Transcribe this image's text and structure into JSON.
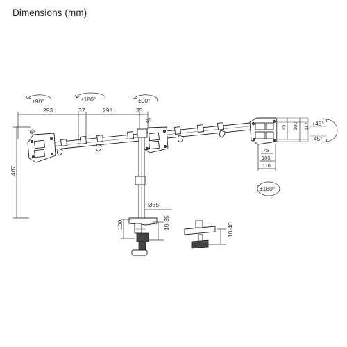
{
  "title": "Dimensions (mm)",
  "labels": {
    "rot_left": "±90°",
    "rot_mid_top": "±180°",
    "rot_center": "±90°",
    "rot_bottom": "±180°",
    "tilt_up": "+45°",
    "tilt_down": "-45°",
    "arm_left": "293",
    "gap": "37",
    "arm_right": "293",
    "offset_35": "35",
    "angle_98": "98",
    "angle_91": "91",
    "height_407": "407",
    "pole_dia": "Ø35",
    "clamp_100": "100",
    "clamp_range": "10-85",
    "grommet_range": "10-40",
    "vesa_75_v": "75",
    "vesa_100_v": "100",
    "vesa_117": "117",
    "vesa_75_h": "75",
    "vesa_100_h": "100",
    "vesa_116": "116"
  }
}
